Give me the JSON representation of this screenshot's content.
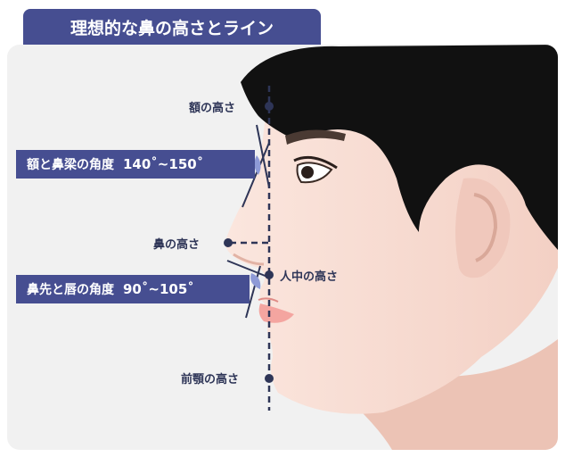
{
  "title": "理想的な鼻の高さとライン",
  "labels": {
    "forehead": "額の高さ",
    "nose_height": "鼻の高さ",
    "philtrum": "人中の高さ",
    "chin": "前顎の高さ"
  },
  "angles": {
    "nasofrontal": {
      "label": "額と鼻梁の角度",
      "value": "140˚~150˚"
    },
    "nasolabial": {
      "label": "鼻先と唇の角度",
      "value": "90˚~105˚"
    }
  },
  "colors": {
    "accent": "#464e91",
    "line": "#2e3557",
    "skin": "#f8ddd4",
    "hair": "#111111",
    "angle_marker": "#8e9ad6"
  }
}
